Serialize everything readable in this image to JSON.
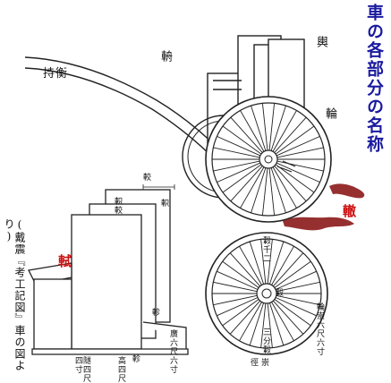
{
  "title": "車の各部分の名称",
  "source_caption": "(戴震『考工記図』車の図より)",
  "labels": {
    "chi_heng": "持衡",
    "zhou": "輈",
    "yu": "輿",
    "lun": "輪",
    "zhe": "轍",
    "shi": "軾",
    "jiao": "較",
    "zhi": "軹",
    "zhi_jiao": "軹較",
    "zhen": "軫",
    "guang_yu": "廣六尺六寸",
    "gao_heng": "高四尺",
    "lun_top": "轂千二",
    "lun_center": "轂",
    "lun_bottom": "三分轂",
    "lun_right": "輪崇六尺六寸",
    "lun_base": "徑崇",
    "bottom_a": "隧四尺四寸",
    "bottom_b": "軫"
  },
  "colors": {
    "title": "#1a1aa0",
    "accent_red": "#cc1111",
    "rut": "#8b1a1a",
    "line": "#222222"
  }
}
